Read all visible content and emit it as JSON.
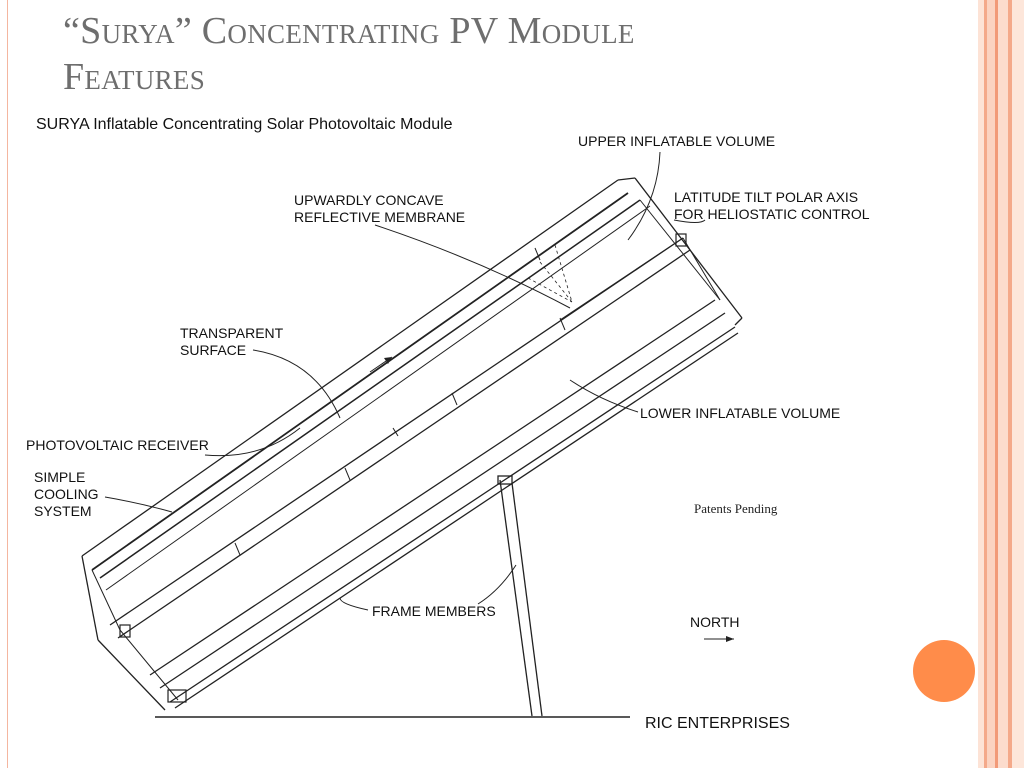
{
  "slide": {
    "title_line1": "“Surya” Concentrating PV Module",
    "title_line2": "Features"
  },
  "diagram": {
    "heading": "SURYA Inflatable Concentrating Solar Photovoltaic Module",
    "labels": {
      "upper_volume": "UPPER INFLATABLE VOLUME",
      "latitude_tilt_1": "LATITUDE TILT POLAR AXIS",
      "latitude_tilt_2": "FOR HELIOSTATIC CONTROL",
      "membrane_1": "UPWARDLY CONCAVE",
      "membrane_2": "REFLECTIVE MEMBRANE",
      "transparent_1": "TRANSPARENT",
      "transparent_2": "SURFACE",
      "lower_volume": "LOWER INFLATABLE VOLUME",
      "pv_receiver": "PHOTOVOLTAIC RECEIVER",
      "cooling_1": "SIMPLE",
      "cooling_2": "COOLING",
      "cooling_3": "SYSTEM",
      "patents": "Patents Pending",
      "frame": "FRAME MEMBERS",
      "north": "NORTH",
      "ric": "RIC ENTERPRISES"
    }
  },
  "colors": {
    "accent_orange": "#ff8c4a",
    "border_peach": "#f4b6a0",
    "title_gray": "#6e6e6e"
  }
}
